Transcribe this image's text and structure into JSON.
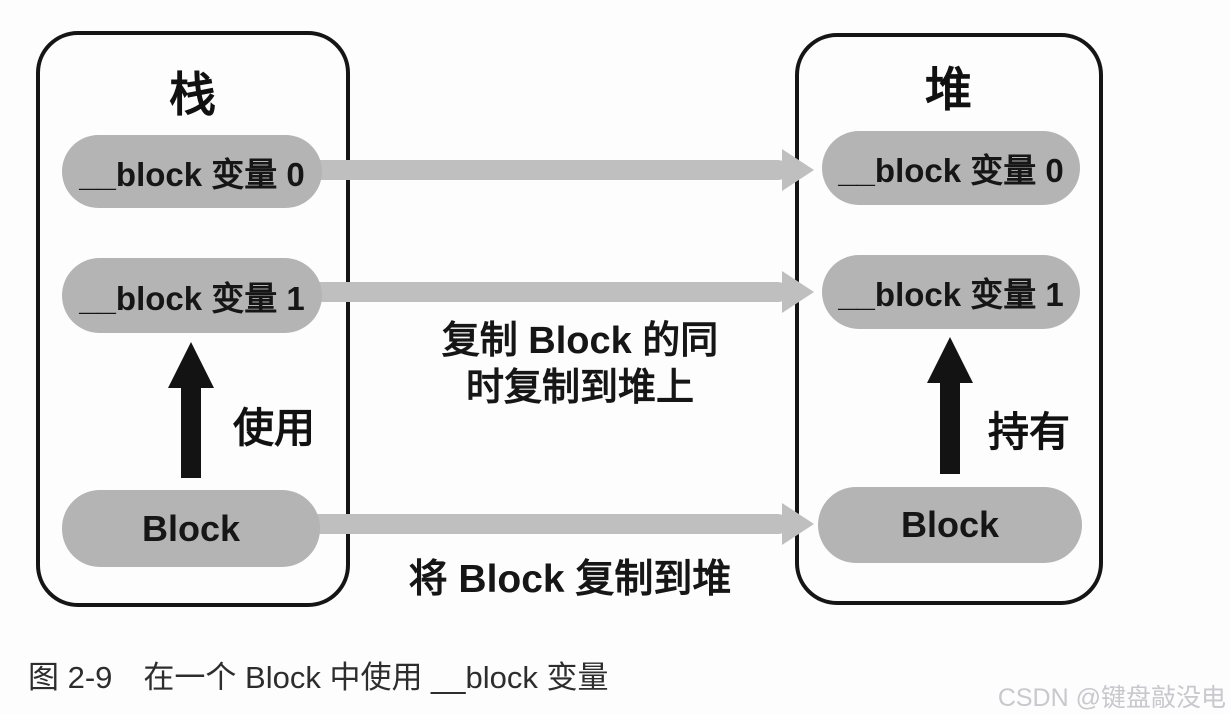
{
  "diagram": {
    "stack": {
      "title": "栈",
      "pills": [
        "__block 变量 0",
        "__block 变量 1",
        "Block"
      ],
      "arrow_label": "使用"
    },
    "heap": {
      "title": "堆",
      "pills": [
        "__block 变量 0",
        "__block 变量 1",
        "Block"
      ],
      "arrow_label": "持有"
    },
    "center_note_line1": "复制 Block 的同",
    "center_note_line2": "时复制到堆上",
    "bottom_note": "将 Block 复制到堆",
    "caption": "图 2-9　在一个 Block 中使用 __block 变量",
    "watermark": "CSDN @键盘敲没电",
    "colors": {
      "pill_gray": "#b4b4b4",
      "connector_gray": "#bfbfbf",
      "ink_black": "#131313",
      "watermark_gray": "#c8c8cd"
    }
  }
}
